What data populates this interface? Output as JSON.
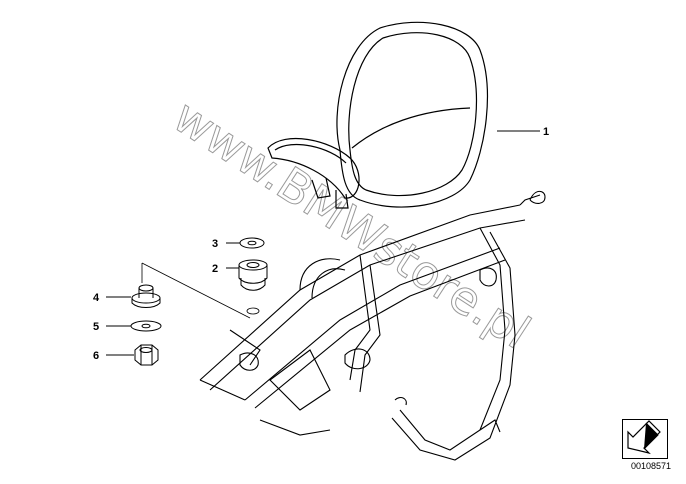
{
  "diagram": {
    "callouts": [
      {
        "number": "1",
        "part": "backrest"
      },
      {
        "number": "2",
        "part": "rubber-mount"
      },
      {
        "number": "3",
        "part": "washer"
      },
      {
        "number": "4",
        "part": "spacer-sleeve"
      },
      {
        "number": "5",
        "part": "washer"
      },
      {
        "number": "6",
        "part": "hex-nut"
      }
    ],
    "watermark": "www.BMWstore.pl",
    "document_number": "00108571",
    "colors": {
      "line": "#000000",
      "watermark": "#9a9a9a",
      "background": "#ffffff"
    },
    "icons": [
      "view-direction-arrow-icon"
    ]
  }
}
